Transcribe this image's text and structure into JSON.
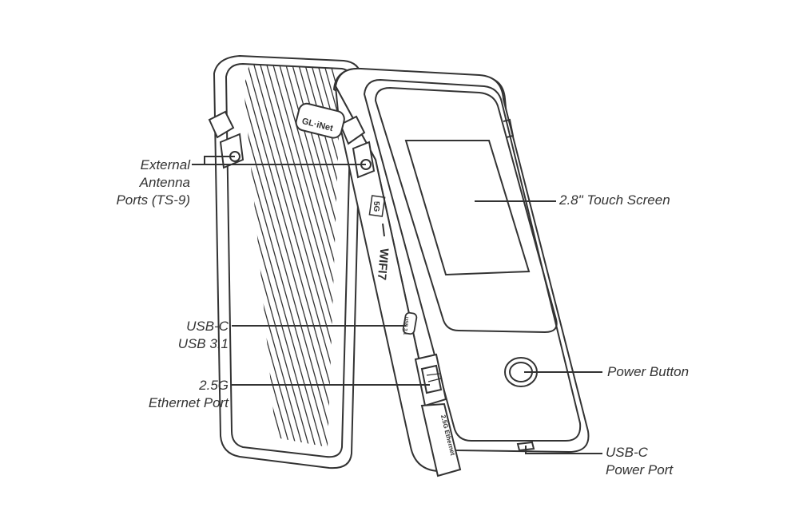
{
  "device": {
    "brand_logo_text": "GL·iNet",
    "band_marking": "5G",
    "wifi_marking": "WIFI7",
    "usb_port_marking": "USB 3.1",
    "cable_marking": "2.5G Ethernet"
  },
  "callouts": {
    "antenna": [
      "External",
      "Antenna",
      "Ports (TS-9)"
    ],
    "touch_screen": [
      "2.8\" Touch Screen"
    ],
    "usb_c": [
      "USB-C",
      "USB 3.1"
    ],
    "ethernet": [
      "2.5G",
      "Ethernet Port"
    ],
    "power_button": [
      "Power Button"
    ],
    "power_port": [
      "USB-C",
      "Power Port"
    ]
  },
  "colors": {
    "line": "#333333",
    "fill": "#ffffff"
  }
}
